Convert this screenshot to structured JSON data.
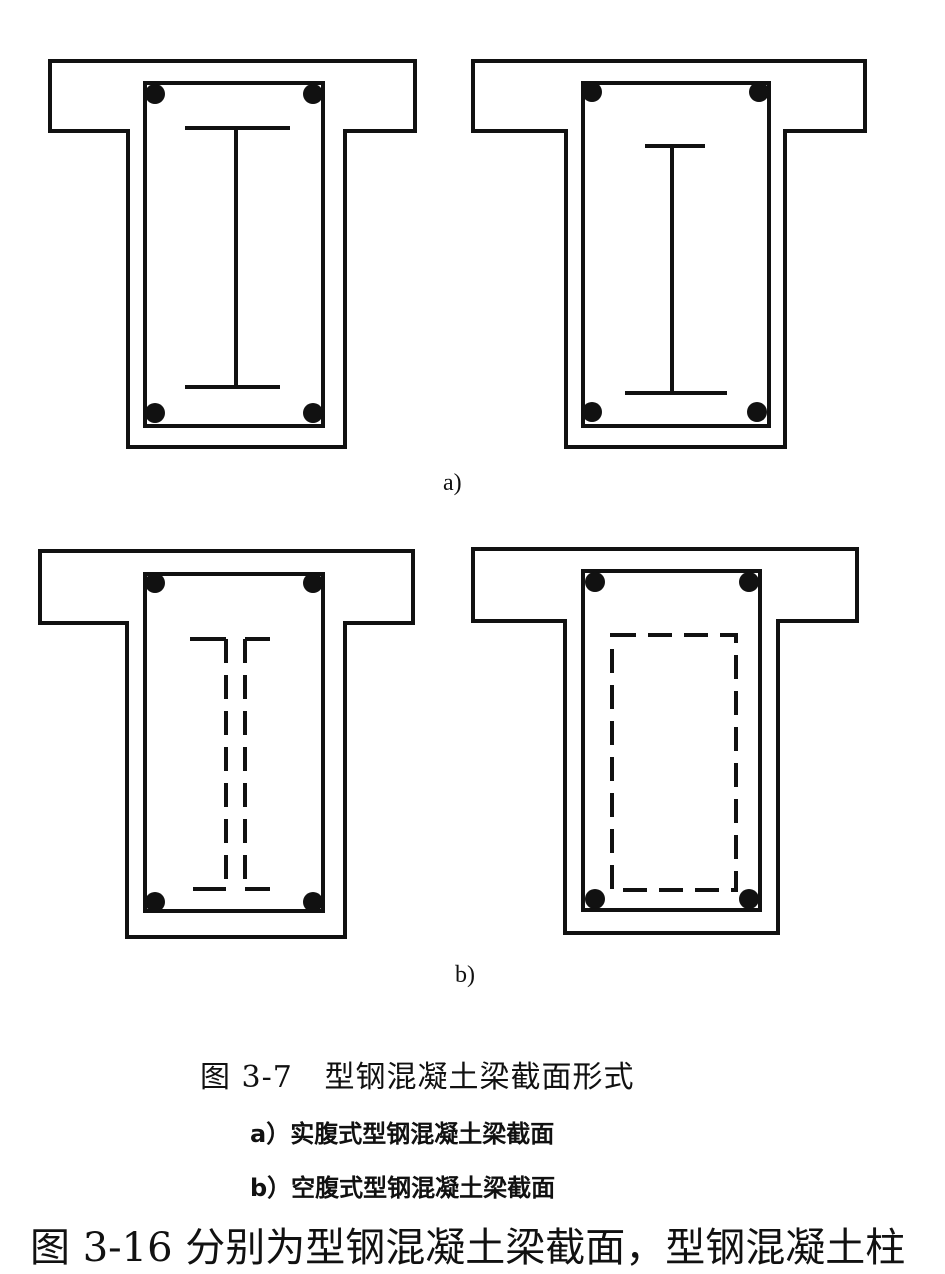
{
  "figure": {
    "caption_title": "图 3-7   型钢混凝土梁截面形式",
    "caption_a": "a）实腹式型钢混凝土梁截面",
    "caption_b": "b）空腹式型钢混凝土梁截面",
    "label_a": "a)",
    "label_b": "b)",
    "cut_text": "图 3-16 分别为型钢混凝土梁截面，型钢混凝土柱"
  },
  "colors": {
    "ink": "#111111",
    "paper": "#ffffff"
  }
}
